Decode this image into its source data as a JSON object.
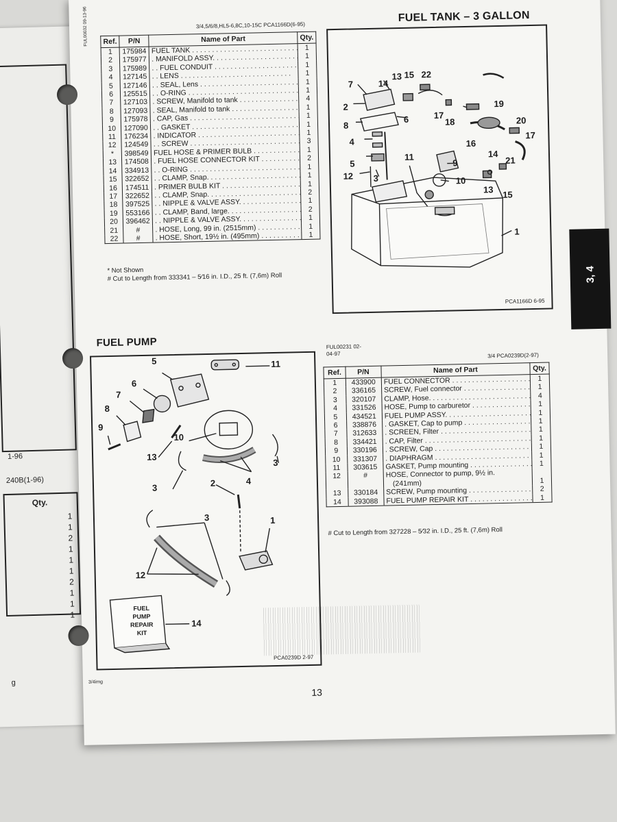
{
  "left_page": {
    "labels": {
      "rev": "1-96",
      "code": "240B(1-96)",
      "qty": "Qty.",
      "footer": "g"
    },
    "qty_values": [
      "1",
      "1",
      "2",
      "1",
      "1",
      "1",
      "2",
      "1",
      "1",
      "1"
    ]
  },
  "header": {
    "models": "3/4,5/6/8,HL5-6,8C,10-15C PCA1166D(6-95)",
    "side_code": "FUL00032 09-13-96",
    "tank_title": "FUEL TANK – 3 GALLON"
  },
  "tank_table": {
    "headers": {
      "ref": "Ref.",
      "pn": "P/N",
      "name": "Name of Part",
      "qty": "Qty."
    },
    "rows": [
      {
        "ref": "1",
        "pn": "175984",
        "name": "FUEL TANK",
        "qty": "1"
      },
      {
        "ref": "2",
        "pn": "175977",
        "name": ". MANIFOLD ASSY.",
        "qty": "1"
      },
      {
        "ref": "3",
        "pn": "175989",
        "name": ". . FUEL CONDUIT",
        "qty": "1"
      },
      {
        "ref": "4",
        "pn": "127145",
        "name": ". . LENS",
        "qty": "1"
      },
      {
        "ref": "5",
        "pn": "127146",
        "name": ". . SEAL, Lens",
        "qty": "1"
      },
      {
        "ref": "6",
        "pn": "125515",
        "name": ". . O-RING",
        "qty": "1"
      },
      {
        "ref": "7",
        "pn": "127103",
        "name": ". SCREW, Manifold to tank",
        "qty": "4"
      },
      {
        "ref": "8",
        "pn": "127093",
        "name": ". SEAL, Manifold to tank",
        "qty": "1"
      },
      {
        "ref": "9",
        "pn": "175978",
        "name": ". CAP, Gas",
        "qty": "1"
      },
      {
        "ref": "10",
        "pn": "127090",
        "name": ". . GASKET",
        "qty": "1"
      },
      {
        "ref": "11",
        "pn": "176234",
        "name": ". INDICATOR",
        "qty": "1"
      },
      {
        "ref": "12",
        "pn": "124549",
        "name": ". . SCREW",
        "qty": "3"
      },
      {
        "ref": "*",
        "pn": "398549",
        "name": "FUEL HOSE & PRIMER BULB",
        "qty": "1"
      },
      {
        "ref": "13",
        "pn": "174508",
        "name": ". FUEL HOSE CONNECTOR KIT",
        "qty": "2"
      },
      {
        "ref": "14",
        "pn": "334913",
        "name": ". . O-RING",
        "qty": "1"
      },
      {
        "ref": "15",
        "pn": "322652",
        "name": ". . CLAMP, Snap.",
        "qty": "1"
      },
      {
        "ref": "16",
        "pn": "174511",
        "name": ". PRIMER BULB KIT",
        "qty": "1"
      },
      {
        "ref": "17",
        "pn": "322652",
        "name": ". . CLAMP, Snap.",
        "qty": "2"
      },
      {
        "ref": "18",
        "pn": "397525",
        "name": ". . NIPPLE & VALVE ASSY.",
        "qty": "1"
      },
      {
        "ref": "19",
        "pn": "553166",
        "name": ". . CLAMP, Band, large.",
        "qty": "2"
      },
      {
        "ref": "20",
        "pn": "396462",
        "name": ". . NIPPLE & VALVE ASSY.",
        "qty": "1"
      },
      {
        "ref": "21",
        "pn": "#",
        "name": ". HOSE, Long, 99 in. (2515mm)",
        "qty": "1"
      },
      {
        "ref": "22",
        "pn": "#",
        "name": ". HOSE, Short, 19½ in. (495mm)",
        "qty": "1"
      }
    ],
    "notes": [
      "* Not Shown",
      "# Cut to Length from 333341 – 5⁄16 in. I.D., 25 ft. (7,6m) Roll"
    ]
  },
  "tank_diagram": {
    "code": "PCA1166D   6-95",
    "callouts": [
      "7",
      "14",
      "13",
      "15",
      "22",
      "2",
      "6",
      "8",
      "4",
      "5",
      "12",
      "3",
      "11",
      "9",
      "10",
      "19",
      "17",
      "18",
      "16",
      "20",
      "17",
      "14",
      "21",
      "13",
      "15",
      "1"
    ]
  },
  "tab": {
    "label": "3, 4"
  },
  "pump": {
    "title": "FUEL PUMP",
    "table_code": "FUL00231 02-04-97",
    "models": "3/4 PCA0239D(2-97)",
    "headers": {
      "ref": "Ref.",
      "pn": "P/N",
      "name": "Name of Part",
      "qty": "Qty."
    },
    "rows": [
      {
        "ref": "1",
        "pn": "433900",
        "name": "FUEL CONNECTOR",
        "qty": "1"
      },
      {
        "ref": "2",
        "pn": "336165",
        "name": "SCREW, Fuel connector",
        "qty": "1"
      },
      {
        "ref": "3",
        "pn": "320107",
        "name": "CLAMP, Hose.",
        "qty": "4"
      },
      {
        "ref": "4",
        "pn": "331526",
        "name": "HOSE, Pump to carburetor",
        "qty": "1"
      },
      {
        "ref": "5",
        "pn": "434521",
        "name": "FUEL PUMP ASSY.",
        "qty": "1"
      },
      {
        "ref": "6",
        "pn": "338876",
        "name": ". GASKET, Cap to pump",
        "qty": "1"
      },
      {
        "ref": "7",
        "pn": "312633",
        "name": ". SCREEN, Filter",
        "qty": "1"
      },
      {
        "ref": "8",
        "pn": "334421",
        "name": ". CAP, Filter",
        "qty": "1"
      },
      {
        "ref": "9",
        "pn": "330196",
        "name": ". SCREW, Cap",
        "qty": "1"
      },
      {
        "ref": "10",
        "pn": "331307",
        "name": ". DIAPHRAGM",
        "qty": "1"
      },
      {
        "ref": "11",
        "pn": "303615",
        "name": "GASKET, Pump mounting",
        "qty": "1"
      },
      {
        "ref": "12",
        "pn": "#",
        "name": "HOSE, Connector to pump, 9½ in.",
        "name2": "(241mm)",
        "qty": "1"
      },
      {
        "ref": "13",
        "pn": "330184",
        "name": "SCREW, Pump mounting",
        "qty": "2"
      },
      {
        "ref": "14",
        "pn": "393088",
        "name": "FUEL PUMP REPAIR KIT",
        "qty": "1"
      }
    ],
    "note": "# Cut to Length from 327228 – 5⁄32 in. I.D., 25 ft. (7,6m) Roll",
    "diagram_code": "PCA0239D   2-97",
    "kit_label": [
      "FUEL",
      "PUMP",
      "REPAIR",
      "KIT"
    ],
    "callouts": [
      "5",
      "11",
      "6",
      "7",
      "8",
      "10",
      "9",
      "13",
      "3",
      "2",
      "3",
      "4",
      "3",
      "1",
      "12",
      "14"
    ]
  },
  "footer": {
    "page_number": "13",
    "left_mark": "3/4img"
  }
}
